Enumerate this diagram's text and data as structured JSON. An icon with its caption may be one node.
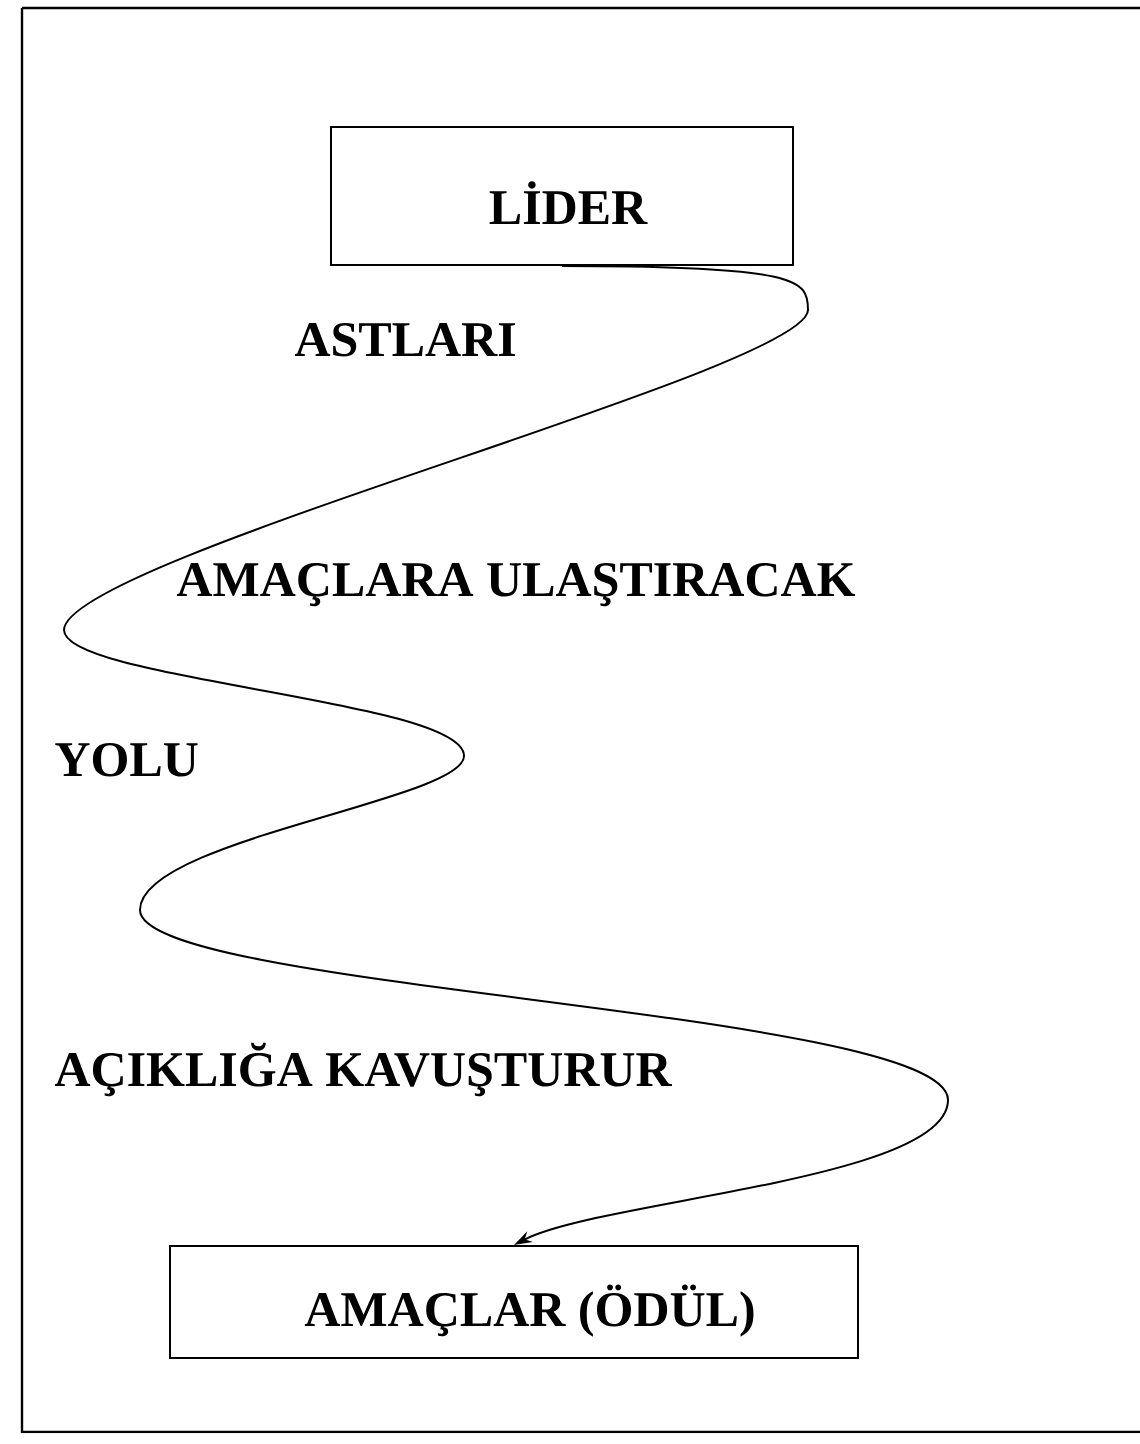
{
  "diagram": {
    "nodes": [
      {
        "text": [
          "LİDER"
        ]
      },
      {
        "text": [
          "AMAÇLAR (ÖDÜL)"
        ]
      }
    ],
    "edges": [
      {
        "from": 0,
        "to": 1,
        "arrow": "to"
      }
    ],
    "labels": [
      "ASTLARI",
      "AMAÇLARA ULAŞTIRACAK",
      "YOLU",
      "AÇIKLIĞA KAVUŞTURUR"
    ]
  }
}
